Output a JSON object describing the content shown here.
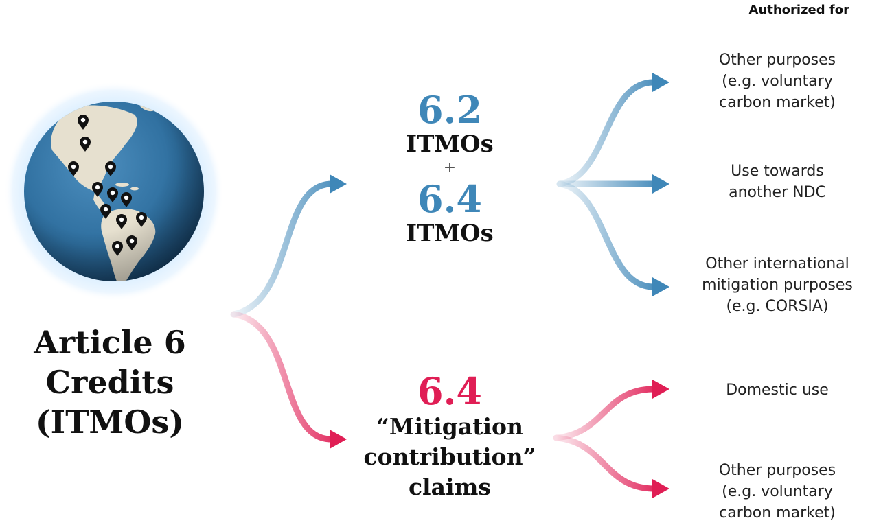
{
  "header": "Authorized for",
  "source": {
    "title_lines": [
      "Article 6",
      "Credits",
      "(ITMOs)"
    ]
  },
  "corresponding_adjustment": {
    "code_a": "6.2",
    "label_a": "ITMOs",
    "plus": "+",
    "code_b": "6.4",
    "label_b": "ITMOs"
  },
  "mitigation_contribution": {
    "code": "6.4",
    "label_lines": [
      "“Mitigation",
      "contribution”",
      "claims"
    ]
  },
  "destinations_blue": [
    {
      "lines": [
        "Other purposes",
        "(e.g. voluntary",
        "carbon market)"
      ]
    },
    {
      "lines": [
        "Use towards",
        "another NDC"
      ]
    },
    {
      "lines": [
        "Other international",
        "mitigation purposes",
        "(e.g. CORSIA)"
      ]
    }
  ],
  "destinations_red": [
    {
      "lines": [
        "Domestic use"
      ]
    },
    {
      "lines": [
        "Other purposes",
        "(e.g. voluntary",
        "carbon market)"
      ]
    }
  ],
  "colors": {
    "blue": "#3f87b8",
    "red": "#e01e55",
    "ocean": "#2e6e9e",
    "land": "#e6e0cf",
    "halo": "#dcefff"
  },
  "icons": [
    "globe-icon",
    "location-pin-icon"
  ]
}
